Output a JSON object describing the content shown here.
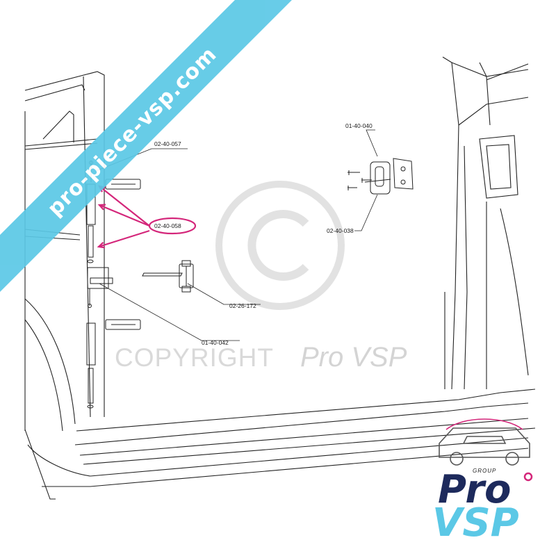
{
  "parts": [
    {
      "ref": "02-40-057"
    },
    {
      "ref": "02-40-058"
    },
    {
      "ref": "01-40-042"
    },
    {
      "ref": "02-26-172"
    },
    {
      "ref": "01-40-040"
    },
    {
      "ref": "02-40-038"
    }
  ],
  "highlight": {
    "color": "#d4267a"
  },
  "watermark": {
    "copyright_text": "COPYRIGHT",
    "brand_text": "Pro VSP",
    "color": "#d4d4d4"
  },
  "banner": {
    "text": "pro-piece-vsp.com",
    "color": "#5bc8e6"
  },
  "logo": {
    "group": "GROUP",
    "pro": "Pro",
    "vsp": "VSP",
    "pro_color": "#1d2a5c",
    "vsp_color": "#5bc8e6",
    "accent_color": "#d4267a"
  }
}
